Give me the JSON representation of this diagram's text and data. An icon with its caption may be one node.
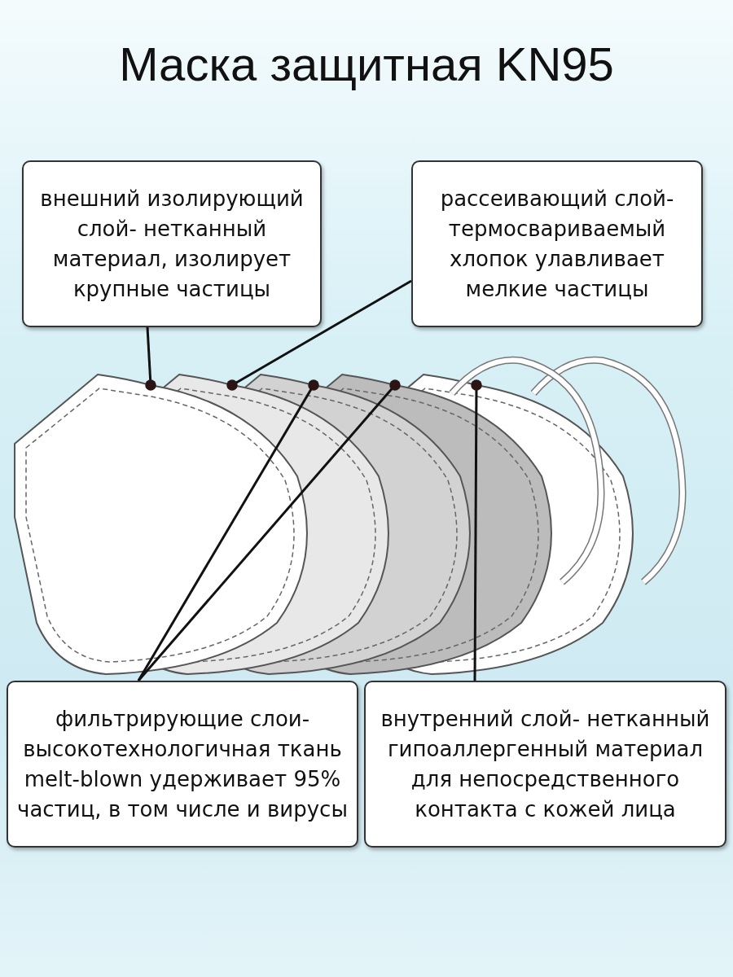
{
  "diagram": {
    "title": "Маска защитная KN95",
    "nodes": [
      {
        "text": [
          "внешний изолирующий слой- нетканный материал, изолирует крупные частицы"
        ]
      },
      {
        "text": [
          "рассеивающий слой- термосвариваемый хлопок улавливает мелкие частицы"
        ]
      },
      {
        "text": [],
        "shape": "picture"
      },
      {
        "text": [],
        "shape": "picture"
      },
      {
        "text": [],
        "shape": "picture"
      },
      {
        "text": [],
        "shape": "picture"
      },
      {
        "text": [],
        "shape": "picture"
      },
      {
        "text": [
          "фильтрирующие слои- высокотехнологичная ткань melt-blown удерживает 95% частиц, в том числе и вирусы"
        ]
      },
      {
        "text": [
          "внутренний слой- нетканный гипоаллергенный материал для непосредственного контакта с кожей лица"
        ]
      }
    ],
    "edges": [
      {
        "from": 0,
        "to": 2,
        "arrow": "other"
      },
      {
        "from": 1,
        "to": 3,
        "arrow": "other"
      },
      {
        "from": 7,
        "to": 4,
        "arrow": "other"
      },
      {
        "from": 7,
        "to": 5,
        "arrow": "other"
      },
      {
        "from": 8,
        "to": 6,
        "arrow": "other"
      }
    ]
  }
}
